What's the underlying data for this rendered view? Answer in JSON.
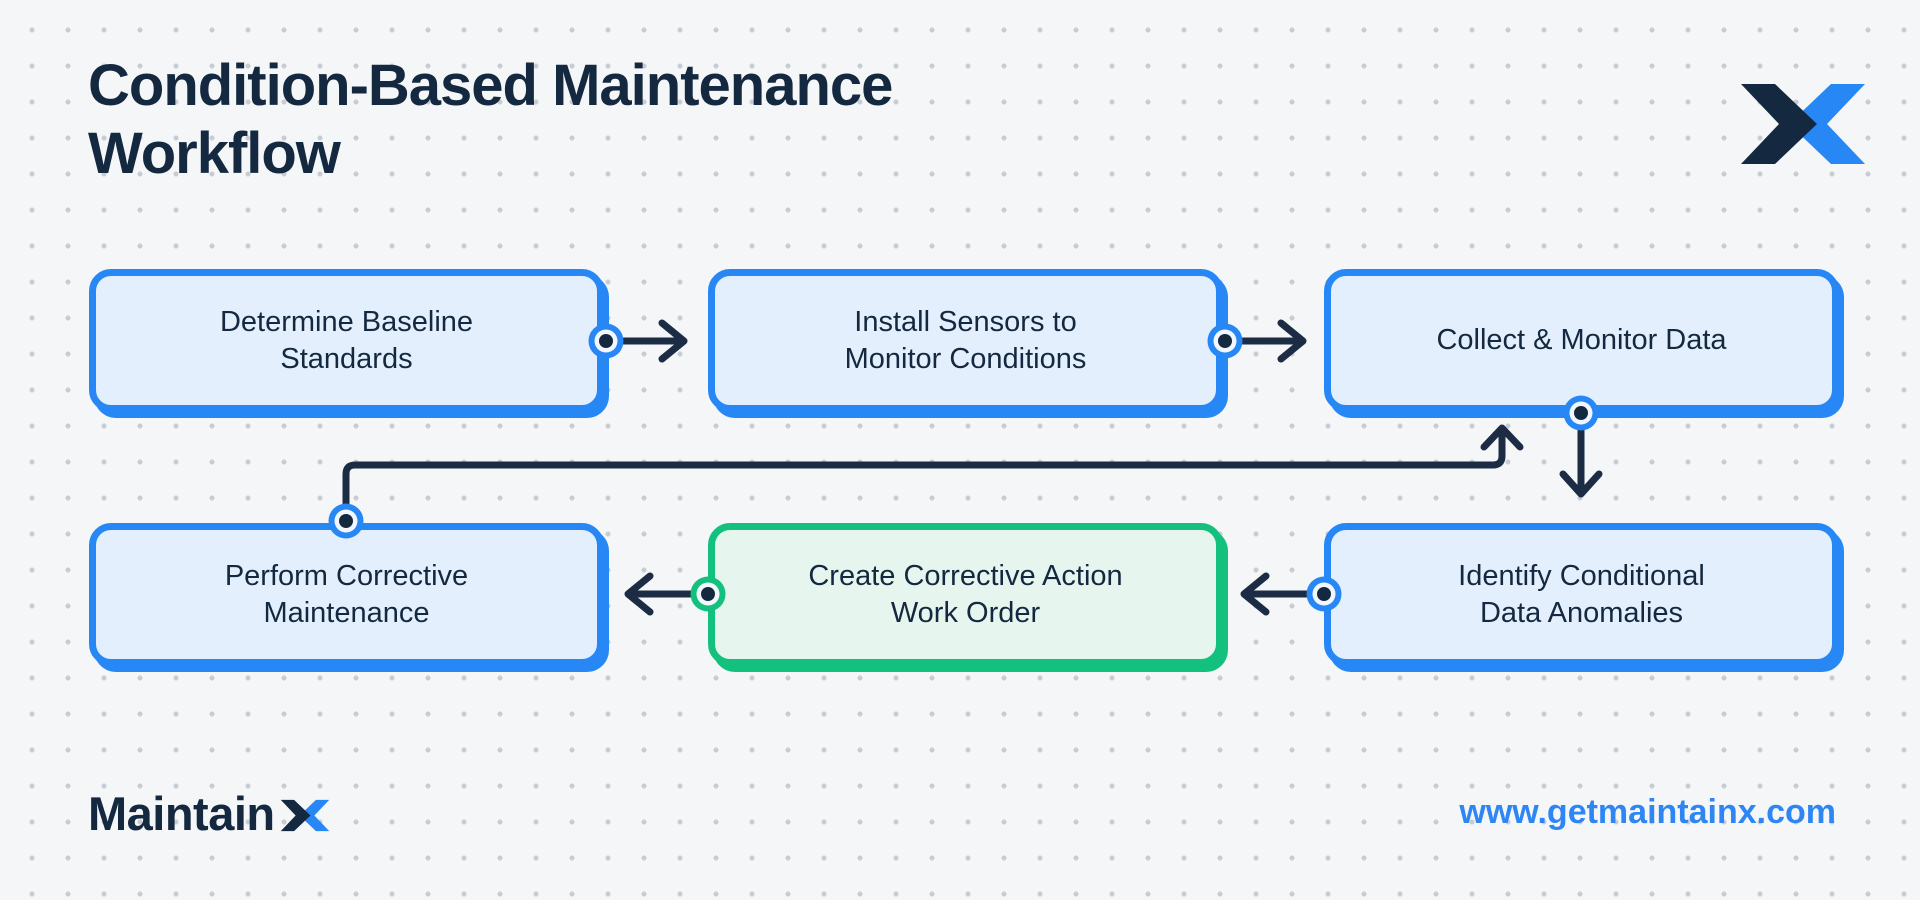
{
  "colors": {
    "background": "#f4f6f8",
    "dot_grid": "#c9ccd2",
    "navy": "#142940",
    "arrow": "#1b2c44",
    "blue_border": "#2787f5",
    "blue_fill": "#e4effd",
    "green_border": "#13c07d",
    "green_fill": "#e6f6ee",
    "url_blue": "#2e86f5",
    "ring_inner": "#f2f7fe"
  },
  "header": {
    "title_line1": "Condition-Based Maintenance",
    "title_line2": "Workflow"
  },
  "diagram": {
    "steps": [
      {
        "label": "Determine Baseline\nStandards",
        "variant": "blue"
      },
      {
        "label": "Install Sensors to\nMonitor Conditions",
        "variant": "blue"
      },
      {
        "label": "Collect & Monitor Data",
        "variant": "blue"
      },
      {
        "label": "Identify Conditional\nData Anomalies",
        "variant": "blue"
      },
      {
        "label": "Create Corrective Action\nWork Order",
        "variant": "green"
      },
      {
        "label": "Perform Corrective\nMaintenance",
        "variant": "blue"
      }
    ]
  },
  "footer": {
    "brand": "Maintain",
    "url": "www.getmaintainx.com"
  }
}
